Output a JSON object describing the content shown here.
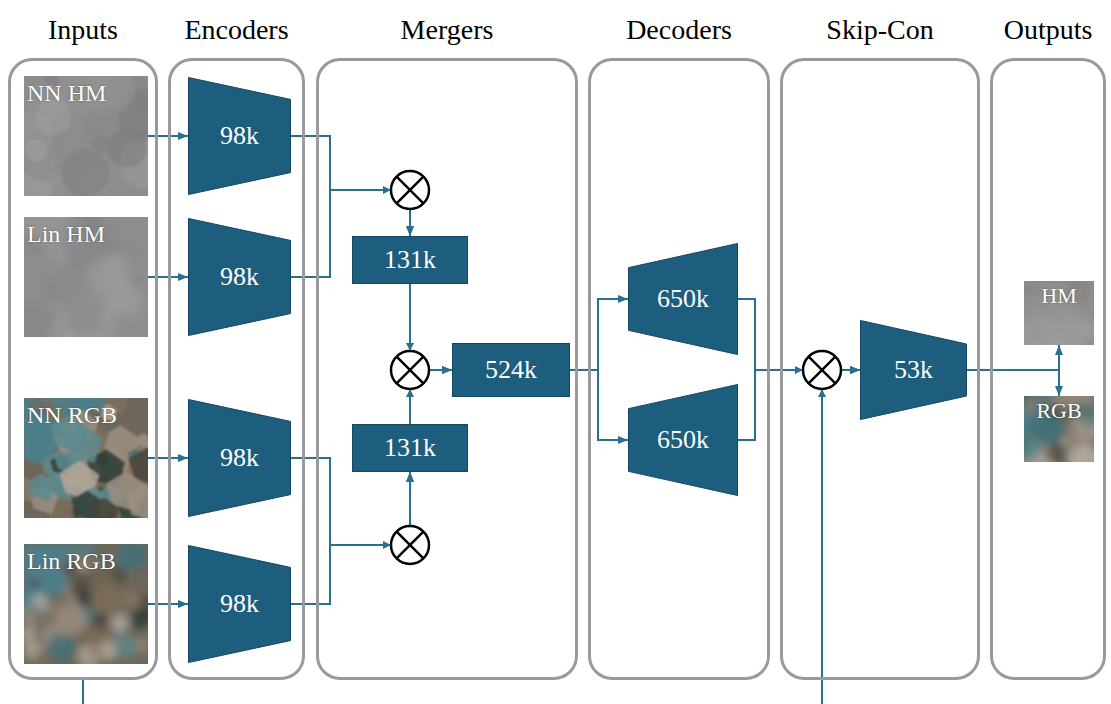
{
  "diagram": {
    "nodes": [
      {
        "text": [
          "Inputs"
        ]
      },
      {
        "text": [
          "NN HM"
        ],
        "in": 0
      },
      {
        "text": [
          "Lin HM"
        ],
        "in": 0
      },
      {
        "text": [
          "NN RGB"
        ],
        "in": 0
      },
      {
        "text": [
          "Lin RGB"
        ],
        "in": 0
      },
      {
        "text": [
          "Encoders"
        ]
      },
      {
        "text": [
          "98k"
        ],
        "in": 5
      },
      {
        "text": [
          "98k"
        ],
        "in": 5
      },
      {
        "text": [
          "98k"
        ],
        "in": 5
      },
      {
        "text": [
          "98k"
        ],
        "in": 5
      },
      {
        "text": [
          "Mergers"
        ]
      },
      {
        "text": [
          "131k"
        ],
        "in": 10
      },
      {
        "text": [
          "524k"
        ],
        "in": 10
      },
      {
        "text": [
          "131k"
        ],
        "in": 10
      },
      {
        "text": [
          "Decoders"
        ]
      },
      {
        "text": [
          "650k"
        ],
        "in": 14
      },
      {
        "text": [
          "650k"
        ],
        "in": 14
      },
      {
        "text": [
          "Skip-Con"
        ]
      },
      {
        "text": [
          "53k"
        ],
        "in": 17
      },
      {
        "text": [
          "Outputs"
        ]
      },
      {
        "text": [
          "HM"
        ],
        "in": 19
      },
      {
        "text": [
          "RGB"
        ],
        "in": 19
      }
    ],
    "edges": [
      {
        "from": 1,
        "to": 6,
        "arrow": "to"
      },
      {
        "from": 2,
        "to": 7,
        "arrow": "to"
      },
      {
        "from": 3,
        "to": 8,
        "arrow": "to"
      },
      {
        "from": 4,
        "to": 9,
        "arrow": "to"
      },
      {
        "from": 6,
        "to": 11,
        "arrow": "to"
      },
      {
        "from": 7,
        "to": 11,
        "arrow": "to"
      },
      {
        "from": 8,
        "to": 13,
        "arrow": "to"
      },
      {
        "from": 9,
        "to": 13,
        "arrow": "to"
      },
      {
        "from": 11,
        "to": 12,
        "arrow": "to"
      },
      {
        "from": 13,
        "to": 12,
        "arrow": "to"
      },
      {
        "from": 12,
        "to": 15,
        "arrow": "to"
      },
      {
        "from": 12,
        "to": 16,
        "arrow": "to"
      },
      {
        "from": 15,
        "to": 18,
        "arrow": "to"
      },
      {
        "from": 16,
        "to": 18,
        "arrow": "to"
      },
      {
        "from": 0,
        "to": 18,
        "arrow": "to"
      },
      {
        "from": 18,
        "to": 20,
        "arrow": "to"
      },
      {
        "from": 18,
        "to": 21,
        "arrow": "to"
      }
    ]
  }
}
